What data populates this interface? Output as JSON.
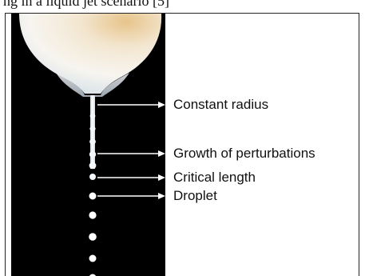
{
  "caption": {
    "text": "ng in a liquid jet scenario [5]"
  },
  "diagram": {
    "labels": [
      {
        "key": "constant-radius",
        "text": "Constant radius"
      },
      {
        "key": "growth-of-perturbations",
        "text": "Growth of perturbations"
      },
      {
        "key": "critical-length",
        "text": "Critical length"
      },
      {
        "key": "droplet",
        "text": "Droplet"
      }
    ]
  }
}
